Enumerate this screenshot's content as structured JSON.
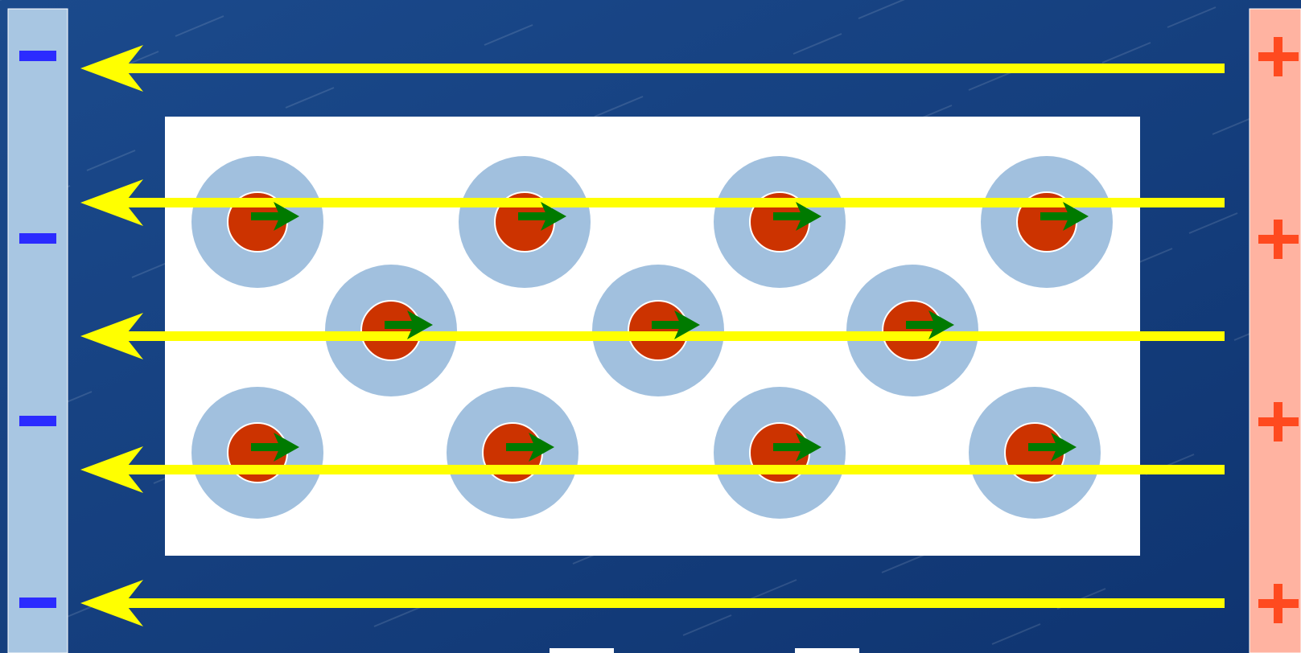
{
  "colors": {
    "background": "#1b4a8c",
    "background_dark": "#0f3470",
    "negative_plate": "#a8c6e2",
    "positive_plate": "#ffb3a1",
    "minus_sign": "#2b2bff",
    "plus_sign": "#ff4a1f",
    "dielectric": "#ffffff",
    "electron_cloud": "#a1c0de",
    "nucleus": "#cc3300",
    "field_line": "#ffff00",
    "dipole_arrow": "#007a00"
  },
  "plates": {
    "negative": {
      "sign": "−",
      "sign_count": 4
    },
    "positive": {
      "sign": "+",
      "sign_count": 4
    }
  },
  "field_lines": {
    "count": 5,
    "direction": "left"
  },
  "atoms": {
    "count": 11,
    "polarization_direction": "right"
  }
}
